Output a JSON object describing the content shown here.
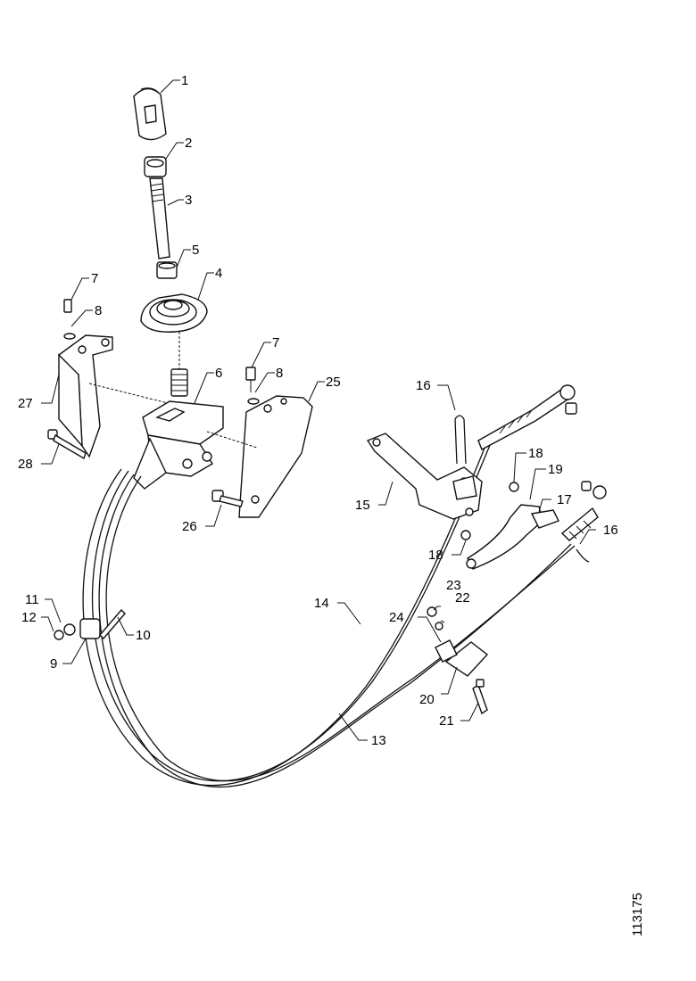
{
  "figure_number": "113175",
  "callouts": [
    {
      "id": "c1",
      "label": "1"
    },
    {
      "id": "c2",
      "label": "2"
    },
    {
      "id": "c3",
      "label": "3"
    },
    {
      "id": "c5",
      "label": "5"
    },
    {
      "id": "c4",
      "label": "4"
    },
    {
      "id": "c7a",
      "label": "7"
    },
    {
      "id": "c8a",
      "label": "8"
    },
    {
      "id": "c7b",
      "label": "7"
    },
    {
      "id": "c8b",
      "label": "8"
    },
    {
      "id": "c6",
      "label": "6"
    },
    {
      "id": "c25",
      "label": "25"
    },
    {
      "id": "c27",
      "label": "27"
    },
    {
      "id": "c28",
      "label": "28"
    },
    {
      "id": "c26",
      "label": "26"
    },
    {
      "id": "c16a",
      "label": "16"
    },
    {
      "id": "c15",
      "label": "15"
    },
    {
      "id": "c18a",
      "label": "18"
    },
    {
      "id": "c18b",
      "label": "18"
    },
    {
      "id": "c19",
      "label": "19"
    },
    {
      "id": "c17",
      "label": "17"
    },
    {
      "id": "c16b",
      "label": "16"
    },
    {
      "id": "c11",
      "label": "11"
    },
    {
      "id": "c12",
      "label": "12"
    },
    {
      "id": "c9",
      "label": "9"
    },
    {
      "id": "c10",
      "label": "10"
    },
    {
      "id": "c14",
      "label": "14"
    },
    {
      "id": "c23",
      "label": "23"
    },
    {
      "id": "c22",
      "label": "22"
    },
    {
      "id": "c24",
      "label": "24"
    },
    {
      "id": "c20",
      "label": "20"
    },
    {
      "id": "c21",
      "label": "21"
    },
    {
      "id": "c13",
      "label": "13"
    }
  ]
}
